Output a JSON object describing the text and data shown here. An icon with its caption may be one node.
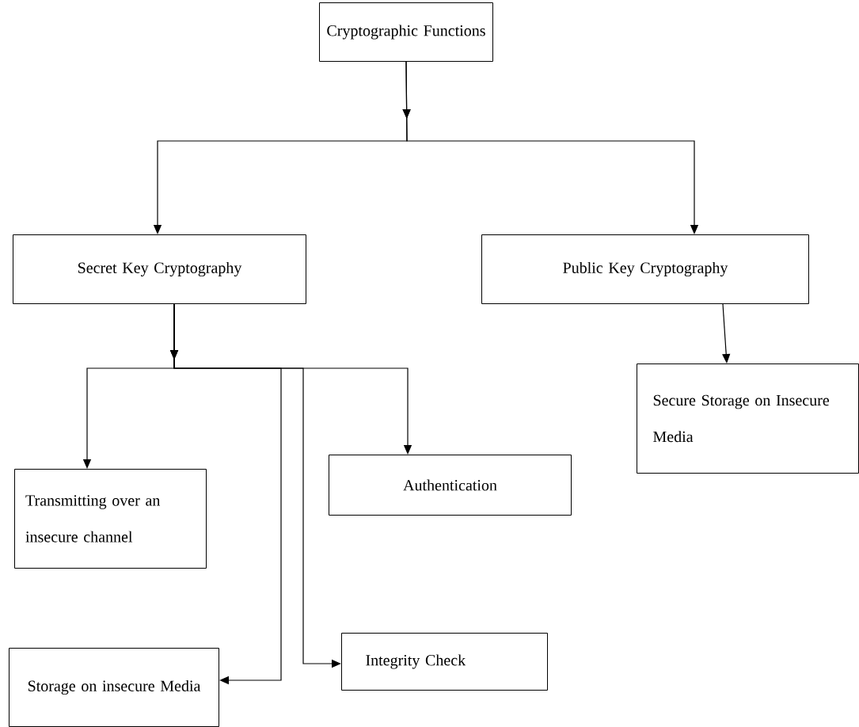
{
  "diagram": {
    "nodes": [
      {
        "text": [
          "Cryptographic Functions"
        ]
      },
      {
        "text": [
          "Secret Key Cryptography"
        ]
      },
      {
        "text": [
          "Public Key Cryptography"
        ]
      },
      {
        "text": [
          "Transmitting over an insecure channel"
        ]
      },
      {
        "text": [
          "Authentication"
        ]
      },
      {
        "text": [
          "Integrity Check"
        ]
      },
      {
        "text": [
          "Storage on insecure Media"
        ]
      },
      {
        "text": [
          "Secure Storage on Insecure Media"
        ]
      }
    ],
    "edges": [
      {
        "from": 0,
        "to": 1,
        "arrow": "to"
      },
      {
        "from": 0,
        "to": 2,
        "arrow": "to"
      },
      {
        "from": 1,
        "to": 3,
        "arrow": "to"
      },
      {
        "from": 1,
        "to": 4,
        "arrow": "to"
      },
      {
        "from": 1,
        "to": 6,
        "arrow": "to"
      },
      {
        "from": 1,
        "to": 5,
        "arrow": "to"
      },
      {
        "from": 2,
        "to": 7,
        "arrow": "to"
      }
    ]
  }
}
